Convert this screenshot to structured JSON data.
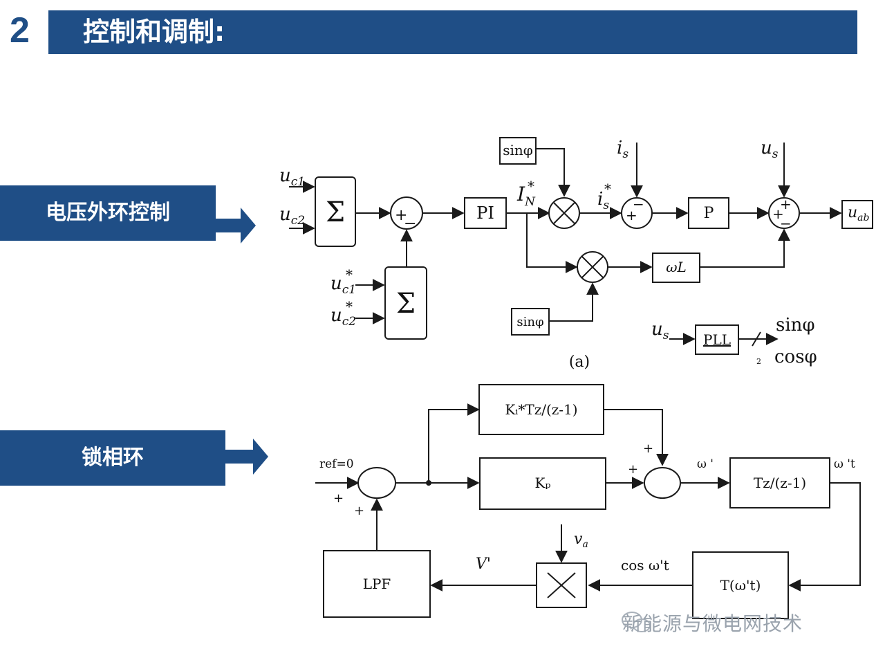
{
  "header": {
    "slide_number": "2",
    "title": "控制和调制:"
  },
  "sections": {
    "voltage_outer_loop": "电压外环控制",
    "pll": "锁相环"
  },
  "diagram_a": {
    "caption": "(a)",
    "inputs": {
      "uc1": "u",
      "uc1_sub": "c1",
      "uc2": "u",
      "uc2_sub": "c2",
      "uc1_ref": "u",
      "uc1_ref_sub": "c1",
      "uc2_ref": "u",
      "uc2_ref_sub": "c2",
      "star": "*"
    },
    "sum_symbol": "Σ",
    "pi_block": "PI",
    "p_block": "P",
    "omegaL_block": "ωL",
    "sin_top": "sinφ",
    "sin_bottom": "sinφ",
    "in_label": "I",
    "in_sub": "N",
    "is_label": "i",
    "is_sub": "s",
    "us_label": "u",
    "us_sub": "s",
    "output": "u",
    "output_sub": "ab",
    "pll_in": "u",
    "pll_in_sub": "s",
    "pll_block": "PLL",
    "pll_out_sin": "sinφ",
    "pll_out_cos": "cosφ",
    "pll_bus_width": "2",
    "plus": "+",
    "minus": "−"
  },
  "diagram_b": {
    "ki_block": "Kᵢ*Tz/(z-1)",
    "kp_block": "Kₚ",
    "integrator_block": "Tz/(z-1)",
    "t_block": "T(ω't)",
    "lpf_block": "LPF",
    "ref_label": "ref=0",
    "omega_label": "ω '",
    "omega_t_label": "ω 't",
    "cos_label": "cos ω't",
    "v_prime_label": "V'",
    "va_label": "v",
    "va_sub": "a",
    "plus": "+"
  },
  "watermark": "新能源与微电网技术",
  "colors": {
    "brand_blue": "#1f4e86"
  }
}
